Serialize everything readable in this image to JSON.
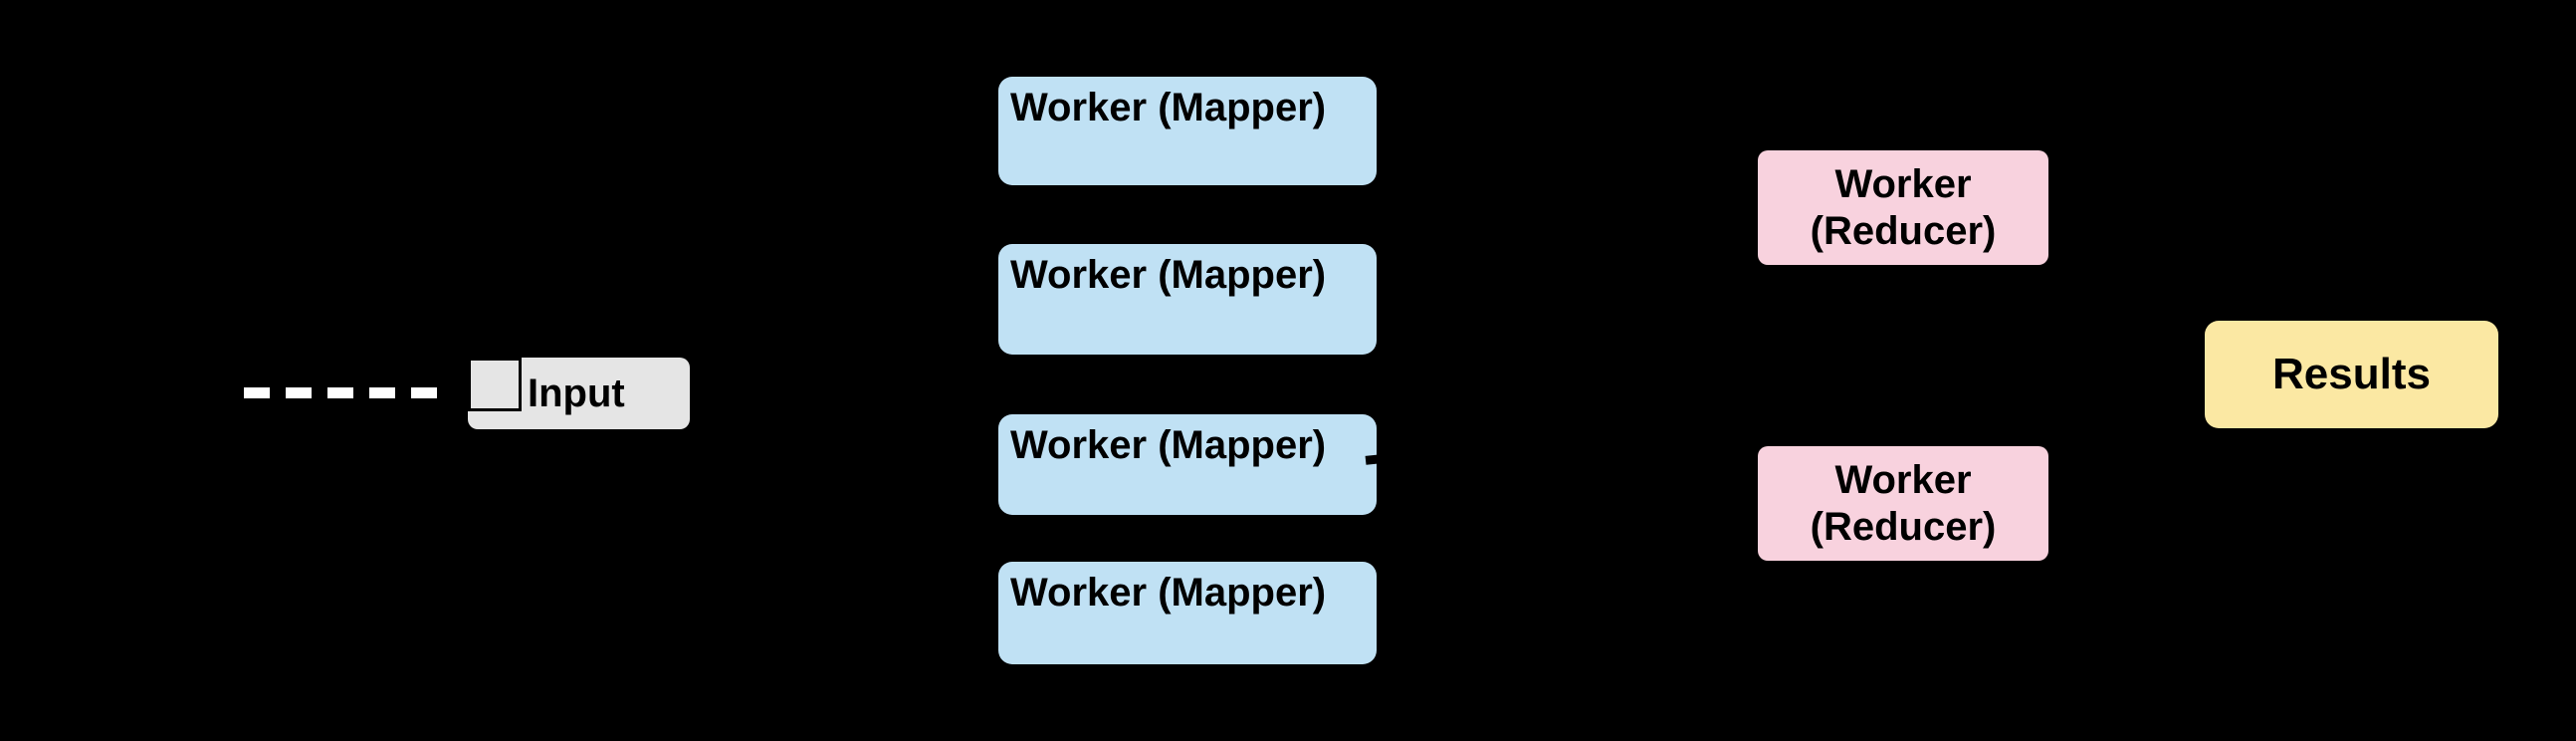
{
  "canvas": {
    "background": "#000000"
  },
  "connector": {
    "style": "dashed",
    "color": "#ffffff"
  },
  "nodes": {
    "input": {
      "label": "Input",
      "fill": "#e5e5e5"
    },
    "mapper_fill": "#c0e1f4",
    "mappers": [
      {
        "label": "Worker (Mapper)"
      },
      {
        "label": "Worker (Mapper)"
      },
      {
        "label": "Worker (Mapper)"
      },
      {
        "label": "Worker (Mapper)"
      }
    ],
    "reducer_fill": "#f8d2de",
    "reducers": [
      {
        "label": "Worker (Reducer)"
      },
      {
        "label": "Worker (Reducer)"
      }
    ],
    "results": {
      "label": "Results",
      "fill": "#fbe8a3"
    }
  }
}
